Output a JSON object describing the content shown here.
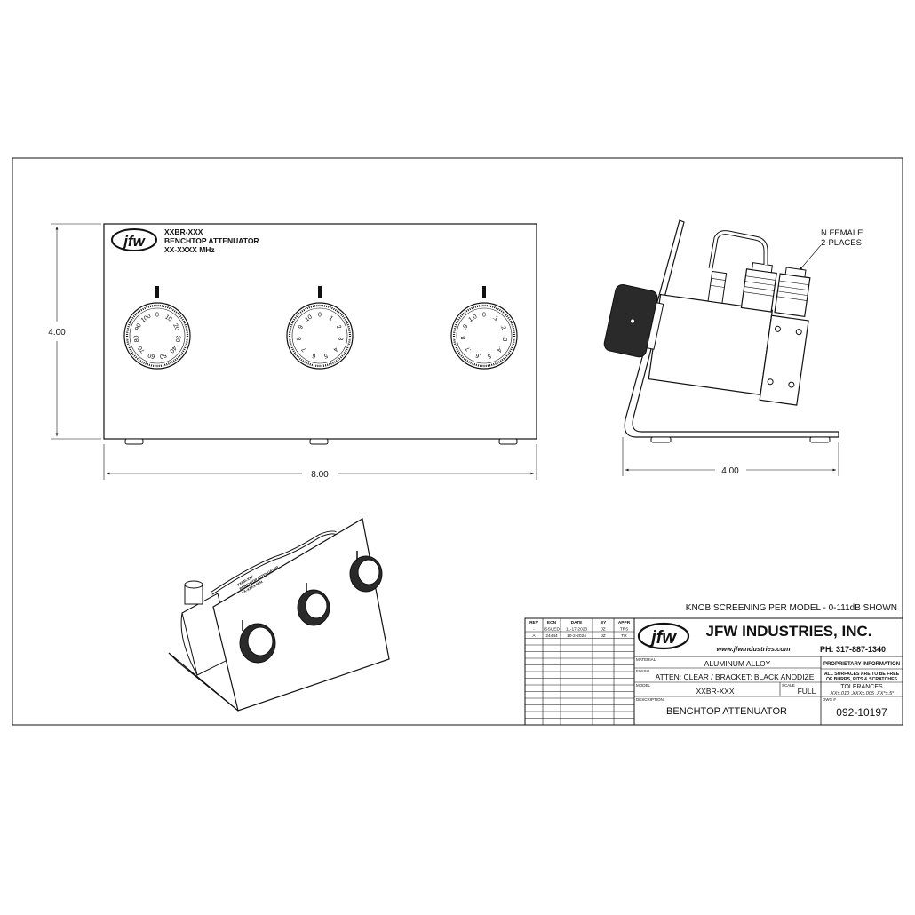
{
  "front_view": {
    "logo_text": "jfw",
    "label_lines": [
      "XXBR-XXX",
      "BENCHTOP ATTENUATOR",
      "XX-XXXX MHz"
    ],
    "width_dim": "8.00",
    "height_dim": "4.00",
    "knobs": [
      {
        "ticks": [
          "0",
          "10",
          "20",
          "30",
          "40",
          "50",
          "60",
          "70",
          "80",
          "90",
          "100"
        ]
      },
      {
        "ticks": [
          "0",
          "1",
          "2",
          "3",
          "4",
          "5",
          "6",
          "7",
          "8",
          "9",
          "10"
        ]
      },
      {
        "ticks": [
          "0",
          ".1",
          ".2",
          ".3",
          ".4",
          ".5",
          ".6",
          ".7",
          ".8",
          ".9",
          "1.0"
        ]
      }
    ]
  },
  "side_view": {
    "callout_lines": [
      "N FEMALE",
      "2-PLACES"
    ],
    "depth_dim": "4.00"
  },
  "iso_view": {
    "label_lines": [
      "XXBR-XXX",
      "BENCHTOP ATTENUATOR",
      "XX-XXXX MHz"
    ]
  },
  "note": "KNOB SCREENING PER MODEL - 0-111dB SHOWN",
  "title_block": {
    "rev_headers": [
      "REV",
      "ECN",
      "DATE",
      "BY",
      "APPR"
    ],
    "rev_rows": [
      [
        "-",
        "ISSUED",
        "11-17-2023",
        "JZ",
        "TRS"
      ],
      [
        "A",
        "24444",
        "10-2-2024",
        "JZ",
        "TR"
      ]
    ],
    "logo_text": "jfw",
    "company": "JFW  INDUSTRIES, INC.",
    "website": "www.jfwindustries.com",
    "phone": "PH: 317-887-1340",
    "material_caption": "MATERIAL",
    "material": "ALUMINUM ALLOY",
    "finish_caption": "FINISH",
    "finish": "ATTEN: CLEAR / BRACKET: BLACK ANODIZE",
    "model_caption": "MODEL",
    "model": "XXBR-XXX",
    "scale_caption": "SCALE",
    "scale": "FULL",
    "description_caption": "DESCRIPTION",
    "description": "BENCHTOP ATTENUATOR",
    "proprietary": "PROPRIETARY INFORMATION",
    "surfaces_note": [
      "ALL SURFACES ARE TO BE FREE",
      "OF BURRS, PITS & SCRATCHES"
    ],
    "tolerances_title": "TOLERANCES",
    "tolerances": ".XX±.010  .XXX±.005  .XX°±.5°",
    "dwg_caption": "DWG #",
    "dwg_number": "092-10197"
  }
}
